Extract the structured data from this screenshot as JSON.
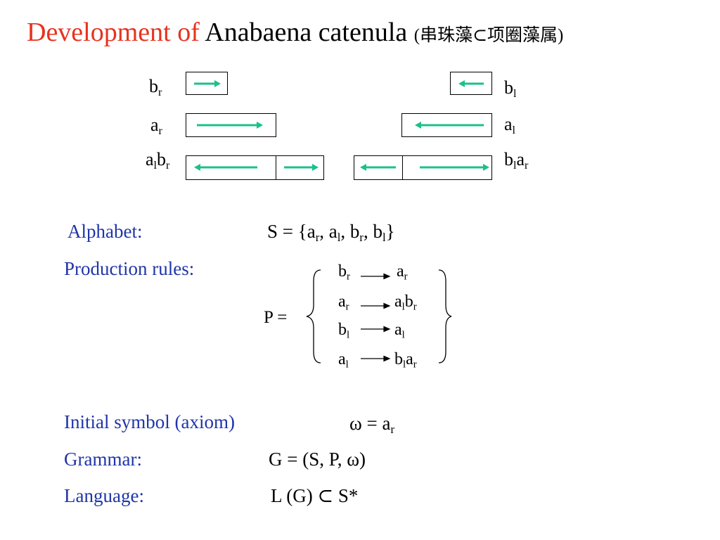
{
  "title": {
    "prefix": "Development of",
    "species": "Anabaena catenula",
    "chinese": "(串珠藻⊂项圈藻属)"
  },
  "cell_labels": {
    "br_left": {
      "base": "b",
      "sub": "r"
    },
    "ar_left": {
      "base": "a",
      "sub": "r"
    },
    "albr_left": {
      "a": "a",
      "a_sub": "l",
      "b": "b",
      "b_sub": "r"
    },
    "bl_right": {
      "base": "b",
      "sub": "l"
    },
    "al_right": {
      "base": "a",
      "sub": "l"
    },
    "blar_right": {
      "b": "b",
      "b_sub": "l",
      "a": "a",
      "a_sub": "r"
    }
  },
  "arrow_color": "#1cc08c",
  "label_color": "#1f35a8",
  "alphabet": {
    "label": "Alphabet:",
    "expr_prefix": "S = {",
    "s1": "a",
    "s1_sub": "r",
    "s2": "a",
    "s2_sub": "l",
    "s3": "b",
    "s3_sub": "r",
    "s4": "b",
    "s4_sub": "l",
    "sep": ", ",
    "expr_suffix": "}"
  },
  "production": {
    "label": "Production rules:",
    "p_label": "P =",
    "rules": [
      {
        "lhs": "b",
        "lhs_sub": "r",
        "rhs1": "a",
        "rhs1_sub": "r",
        "rhs2": "",
        "rhs2_sub": ""
      },
      {
        "lhs": "a",
        "lhs_sub": "r",
        "rhs1": "a",
        "rhs1_sub": "l",
        "rhs2": "b",
        "rhs2_sub": "r"
      },
      {
        "lhs": "b",
        "lhs_sub": "l",
        "rhs1": "a",
        "rhs1_sub": "l",
        "rhs2": "",
        "rhs2_sub": ""
      },
      {
        "lhs": "a",
        "lhs_sub": "l",
        "rhs1": "b",
        "rhs1_sub": "l",
        "rhs2": "a",
        "rhs2_sub": "r"
      }
    ]
  },
  "axiom": {
    "label": "Initial symbol (axiom)",
    "expr": "ω = a",
    "expr_sub": "r"
  },
  "grammar": {
    "label": "Grammar:",
    "expr": "G = (S, P, ω)"
  },
  "language": {
    "label": "Language:",
    "expr": "L (G) ⊂ S*"
  }
}
